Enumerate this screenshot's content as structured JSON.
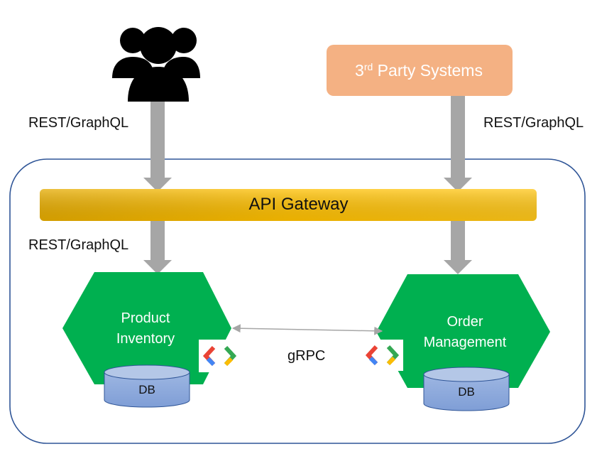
{
  "users": {
    "icon": "users-group-icon"
  },
  "third_party": {
    "label_prefix": "3",
    "label_sup": "rd",
    "label_suffix": " Party Systems",
    "color": "#F4B183"
  },
  "labels": {
    "rest_left_top": "REST/GraphQL",
    "rest_right_top": "REST/GraphQL",
    "rest_left_bottom": "REST/GraphQL"
  },
  "gateway": {
    "label": "API Gateway",
    "color": "#FFC000"
  },
  "services": {
    "product": {
      "line1": "Product",
      "line2": "Inventory",
      "db": "DB"
    },
    "order": {
      "line1": "Order",
      "line2": "Management",
      "db": "DB"
    },
    "color": "#00B050"
  },
  "grpc": {
    "label": "gRPC",
    "icon": "grpc-logo-icon"
  },
  "db_color": "#8FAADC",
  "arrow_color": "#A6A6A6"
}
